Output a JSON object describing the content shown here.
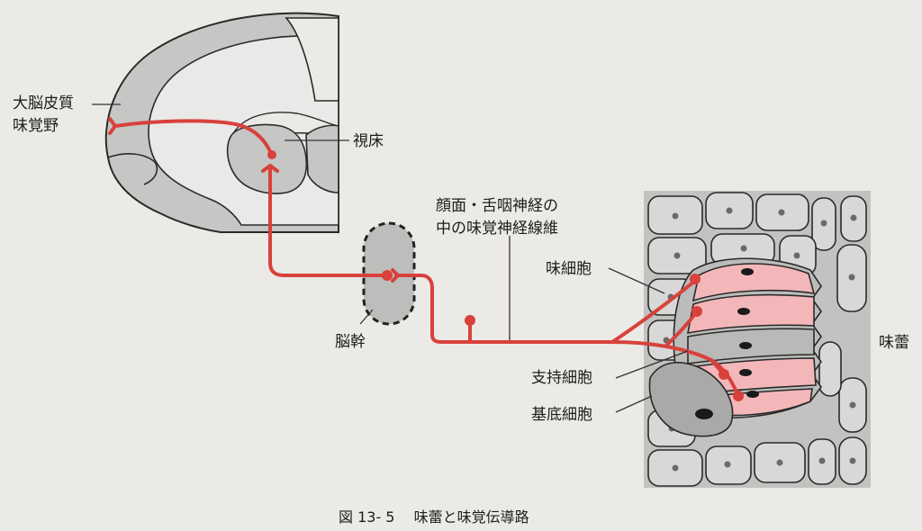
{
  "labels": {
    "cortex": [
      "大脳皮質",
      "味覚野"
    ],
    "thalamus": "視床",
    "nerve": [
      "顔面・舌咽神経の",
      "中の味覚神経線維"
    ],
    "taste_cell": "味細胞",
    "brainstem": "脳幹",
    "support_cell": "支持細胞",
    "basal_cell": "基底細胞",
    "taste_bud": "味蕾"
  },
  "caption": "図 13- 5　 味蕾と味覚伝導路",
  "colors": {
    "nerve": "#d8413c",
    "taste_cell": "#f3b7b9",
    "tissue": "#c2c2c0"
  }
}
